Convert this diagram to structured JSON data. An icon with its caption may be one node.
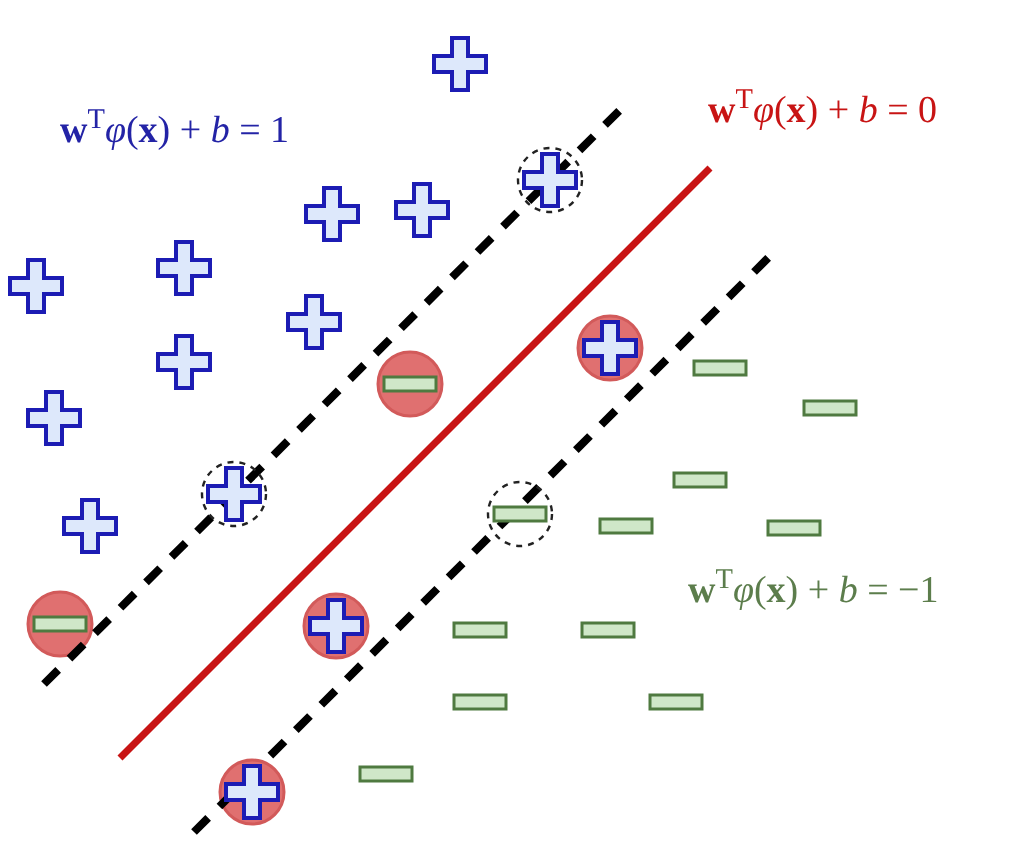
{
  "diagram": {
    "labels": [
      "**w**$^{T}$*φ*(**x**) + *b* = 1",
      "**w**$^{T}$*φ*(**x**) + *b* = 0",
      "**w**$^{T}$*φ*(**x**) + *b* = −1"
    ]
  }
}
